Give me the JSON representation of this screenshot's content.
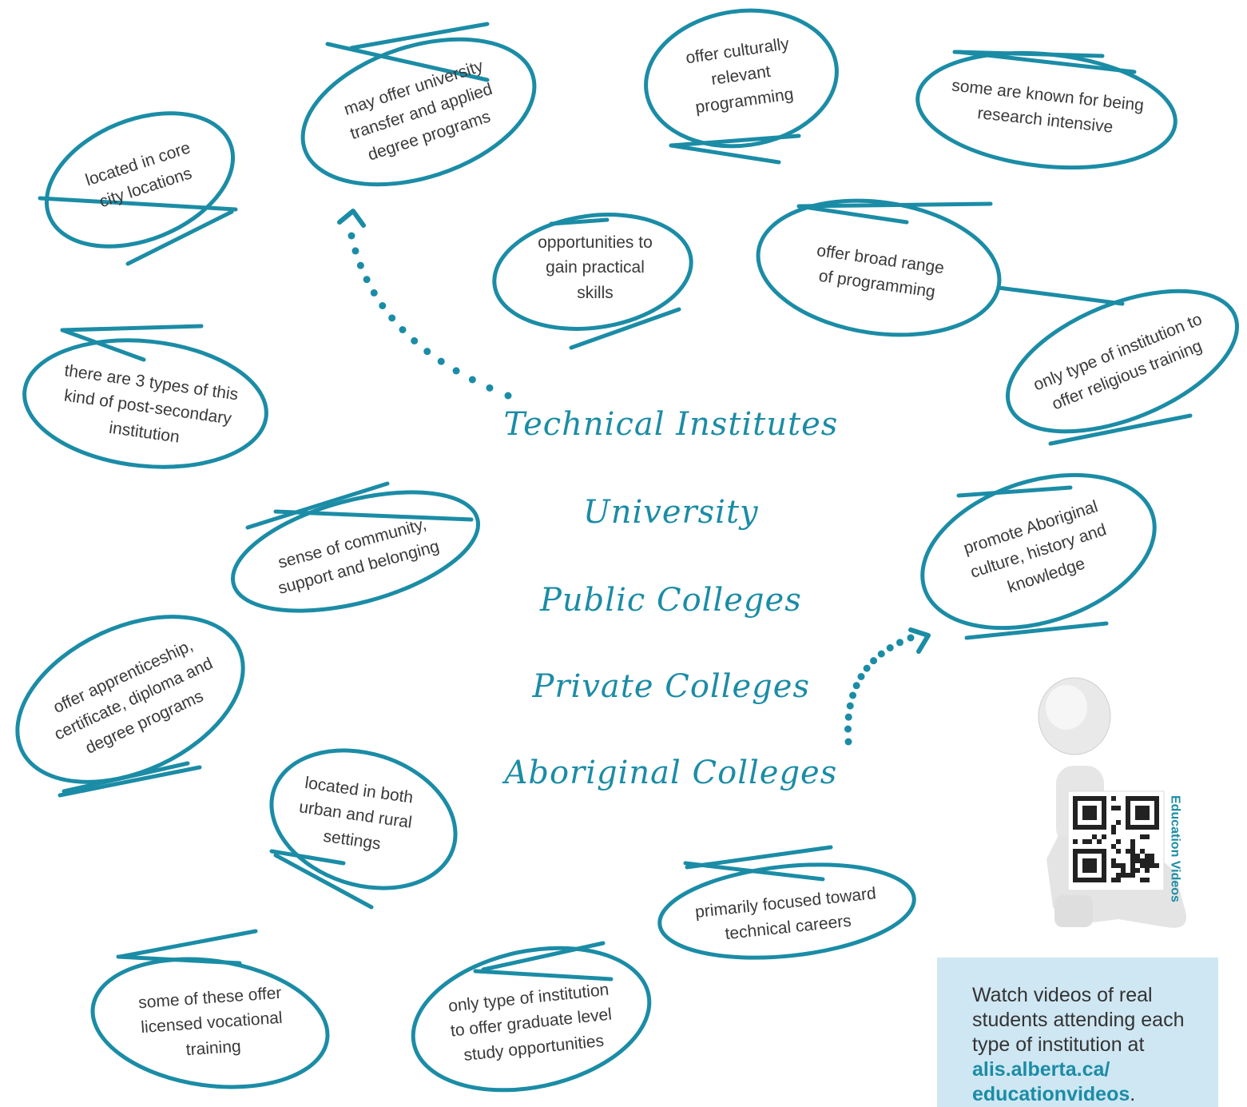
{
  "colors": {
    "accent": "#1b8ca6",
    "text": "#3a3a3a",
    "note_bg": "#cfe7f3"
  },
  "institutions": [
    "Technical Institutes",
    "University",
    "Public Colleges",
    "Private Colleges",
    "Aboriginal Colleges"
  ],
  "bubbles": [
    {
      "id": "core-city",
      "lines": [
        "located in core",
        "city locations"
      ]
    },
    {
      "id": "university-transfer",
      "lines": [
        "may offer university",
        "transfer and applied",
        "degree programs"
      ]
    },
    {
      "id": "culturally-relevant",
      "lines": [
        "offer culturally",
        "relevant",
        "programming"
      ]
    },
    {
      "id": "research-intensive",
      "lines": [
        "some are known for being",
        "research intensive"
      ]
    },
    {
      "id": "practical-skills",
      "lines": [
        "opportunities to",
        "gain practical",
        "skills"
      ]
    },
    {
      "id": "broad-range",
      "lines": [
        "offer broad range",
        "of programming"
      ]
    },
    {
      "id": "three-types",
      "lines": [
        "there are 3 types of this",
        "kind of post-secondary",
        "institution"
      ]
    },
    {
      "id": "religious-training",
      "lines": [
        "only type of institution to",
        "offer religious training"
      ]
    },
    {
      "id": "community",
      "lines": [
        "sense of community,",
        "support and belonging"
      ]
    },
    {
      "id": "aboriginal-culture",
      "lines": [
        "promote Aboriginal",
        "culture, history and",
        "knowledge"
      ]
    },
    {
      "id": "apprenticeship",
      "lines": [
        "offer apprenticeship,",
        "certificate, diploma and",
        "degree programs"
      ]
    },
    {
      "id": "urban-rural",
      "lines": [
        "located in both",
        "urban and rural",
        "settings"
      ]
    },
    {
      "id": "technical-careers",
      "lines": [
        "primarily focused toward",
        "technical careers"
      ]
    },
    {
      "id": "vocational",
      "lines": [
        "some of these offer",
        "licensed vocational",
        "training"
      ]
    },
    {
      "id": "graduate-level",
      "lines": [
        "only type of institution",
        "to offer graduate level",
        "study opportunities"
      ]
    }
  ],
  "qr_label": "Education Videos",
  "note": {
    "text": "Watch videos of real students attending each type of institution at",
    "link": "alis.alberta.ca/ educationvideos",
    "end": "."
  }
}
